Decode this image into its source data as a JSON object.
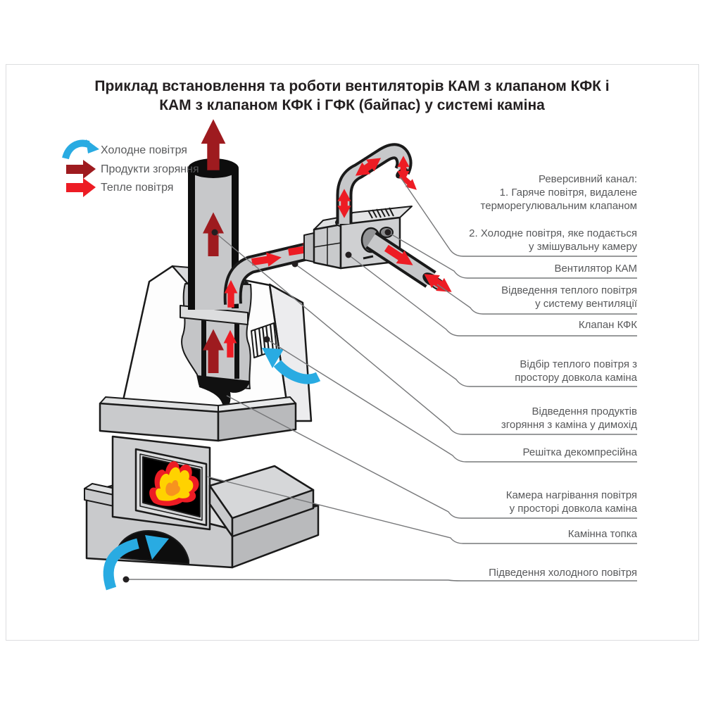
{
  "title": {
    "line1": "Приклад встановлення та роботи вентиляторів КАМ з клапаном КФК і",
    "line2": "КАМ з клапаном КФК і ГФК (байпас) у системі каміна"
  },
  "legend": {
    "items": [
      {
        "label": "Холодне повітря",
        "icon": "curved-arrow",
        "color": "#29abe2"
      },
      {
        "label": "Продукти згоряння",
        "icon": "arrow",
        "color": "#9e1b1f"
      },
      {
        "label": "Тепле повітря",
        "icon": "arrow",
        "color": "#ed1c24"
      }
    ]
  },
  "callouts": {
    "reversible_channel": {
      "title": "Реверсивний канал:",
      "item1_line1": "1. Гаряче повітря, видалене",
      "item1_line2": "терморегулювальним клапаном",
      "item2_line1": "2. Холодне повітря, яке подається",
      "item2_line2": "у змішувальну камеру"
    },
    "fan": "Вентилятор КАМ",
    "warm_air_out_line1": "Відведення теплого повітря",
    "warm_air_out_line2": "у систему вентиляції",
    "valve": "Клапан КФК",
    "warm_air_intake_line1": "Відбір теплого повітря з",
    "warm_air_intake_line2": "простору довкола каміна",
    "combustion_out_line1": "Відведення продуктів",
    "combustion_out_line2": "згоряння з каміна у димохід",
    "grille": "Решітка декомпресійна",
    "heating_chamber_line1": "Камера нагрівання повітря",
    "heating_chamber_line2": "у просторі довкола каміна",
    "firebox": "Камінна топка",
    "cold_air_supply": "Підведення холодного повітря"
  },
  "colors": {
    "cold_air": "#29abe2",
    "combustion": "#9e1b1f",
    "warm_air": "#ed1c24",
    "text": "#58595b",
    "title": "#231f20",
    "line": "#77787a"
  }
}
